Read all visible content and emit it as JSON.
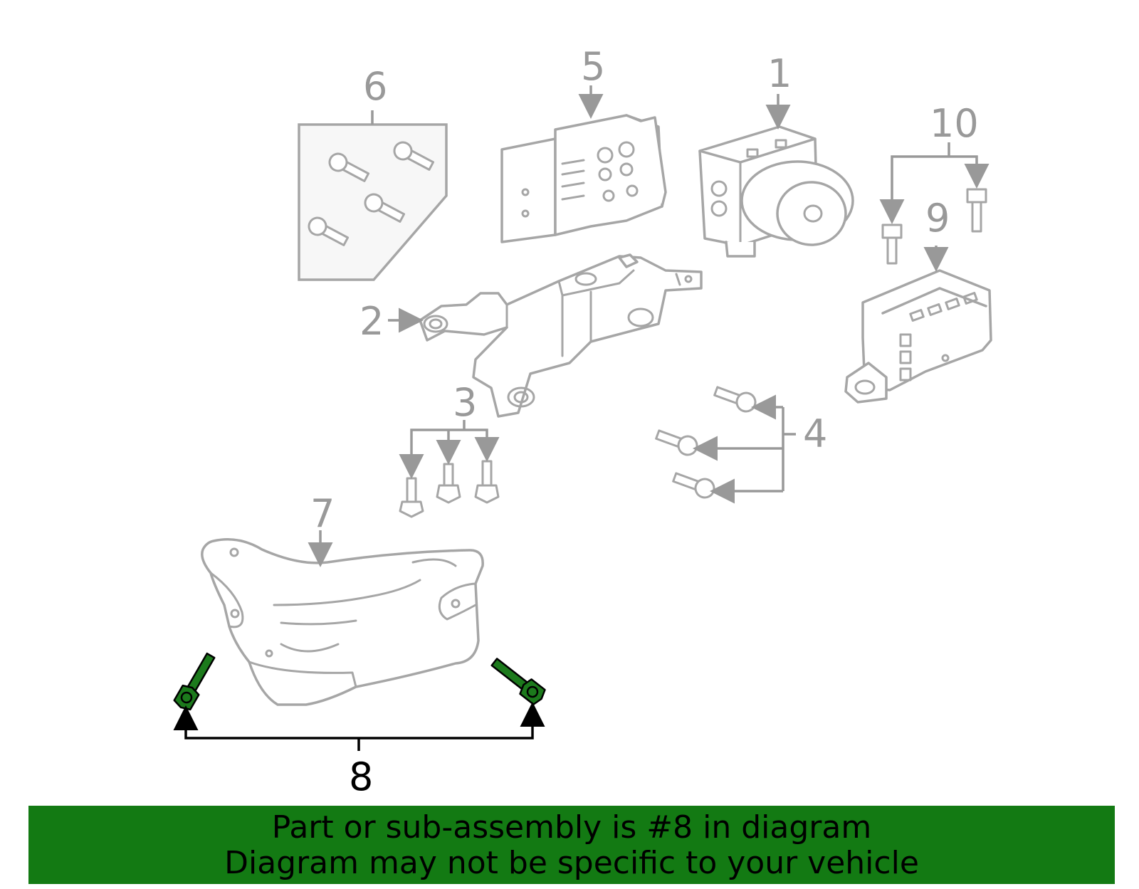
{
  "diagram": {
    "highlighted_part": "8",
    "callouts": [
      "1",
      "2",
      "3",
      "4",
      "5",
      "6",
      "7",
      "8",
      "9",
      "10"
    ],
    "colors": {
      "outline": "#a6a6a6",
      "label": "#999999",
      "highlight_part": "#1c7a1c",
      "highlight_label": "#000000",
      "banner": "#137a13"
    }
  },
  "banner": {
    "line1": "Part or sub-assembly is #8 in diagram",
    "line2": "Diagram may not be specific to your vehicle"
  }
}
